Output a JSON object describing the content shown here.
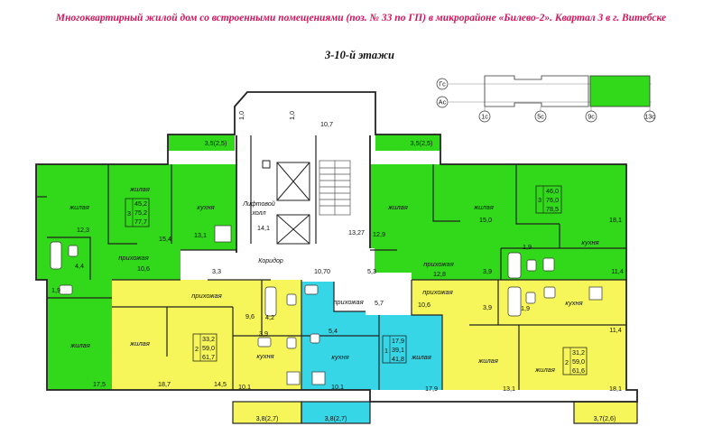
{
  "header": {
    "title": "Многоквартирный жилой дом со встроенными помещениями (поз. № 33 по ГП) в микрорайоне «Билево-2». Квартал 3 в г. Витебске",
    "subtitle": "3-10-й этажи"
  },
  "key_plan": {
    "axis_rows": [
      "Гс",
      "Ас"
    ],
    "axis_cols": [
      "1с",
      "5с",
      "9с",
      "13с"
    ]
  },
  "colors": {
    "green": "#32d91a",
    "yellow": "#f6f65a",
    "cyan": "#37d6e6",
    "wall": "#222222",
    "title_red": "#d4145a"
  },
  "labels": {
    "living": "жилая",
    "kitchen": "кухня",
    "hall": "прихожая",
    "lift_hall_1": "Лифтовой",
    "lift_hall_2": "холл",
    "corridor": "Коридор"
  },
  "areas": {
    "a_1_0": "1,0",
    "a_1_0b": "1,0",
    "a_10_7": "10,7",
    "a_3_5_2_5_left": "3,5(2,5)",
    "a_3_5_2_5_right": "3,5(2,5)",
    "a_12_3": "12,3",
    "a_15_4": "15,4",
    "a_13_1": "13,1",
    "a_14_1": "14,1",
    "a_13_27": "13,27",
    "a_12_9": "12,9",
    "a_15_0": "15,0",
    "a_18_1_top": "18,1",
    "a_4_4": "4,4",
    "a_1_9_left": "1,9",
    "a_10_6_left": "10,6",
    "a_3_3": "3,3",
    "a_10_70": "10,70",
    "a_5_3": "5,3",
    "a_12_8": "12,8",
    "a_3_9_right_top": "3,9",
    "a_1_9_right": "1,9",
    "a_11_4_top": "11,4",
    "a_9_6": "9,6",
    "a_4_2": "4,2",
    "a_5_7": "5,7",
    "a_10_6_right": "10,6",
    "a_3_9_mid": "3,9",
    "a_5_4": "5,4",
    "a_3_9_right_mid": "3,9",
    "a_1_9_right_mid": "1,9",
    "a_11_4_mid": "11,4",
    "a_17_5": "17,5",
    "a_18_7": "18,7",
    "a_14_5": "14,5",
    "a_10_1_a": "10,1",
    "a_10_1_b": "10,1",
    "a_17_9": "17,9",
    "a_13_1_b": "13,1",
    "a_18_1_b": "18,1",
    "a_3_8_a": "3,8(2,7)",
    "a_3_8_b": "3,8(2,7)",
    "a_3_7": "3,7(2,6)"
  },
  "apartments": [
    {
      "id": "green-top-left",
      "rooms": "3",
      "areas": [
        "45,2",
        "75,2",
        "77,7"
      ]
    },
    {
      "id": "green-top-right",
      "rooms": "3",
      "areas": [
        "46,0",
        "76,0",
        "78,5"
      ]
    },
    {
      "id": "yellow-left",
      "rooms": "2",
      "areas": [
        "33,2",
        "59,0",
        "61,7"
      ]
    },
    {
      "id": "cyan-center",
      "rooms": "1",
      "areas": [
        "17,9",
        "39,1",
        "41,8"
      ]
    },
    {
      "id": "yellow-right",
      "rooms": "2",
      "areas": [
        "31,2",
        "59,0",
        "61,6"
      ]
    }
  ]
}
